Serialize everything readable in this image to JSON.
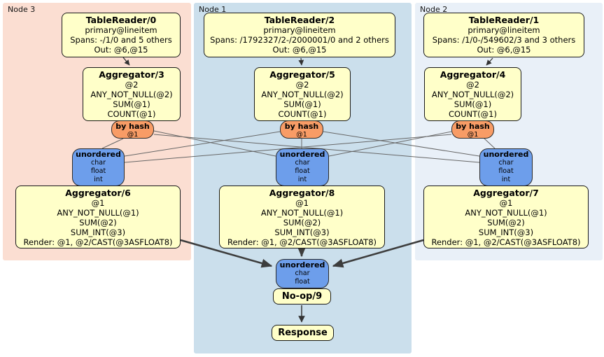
{
  "clusters": [
    {
      "label": "Node 3"
    },
    {
      "label": "Node 1"
    },
    {
      "label": "Node 2"
    }
  ],
  "processors": {
    "tr0": {
      "title": "TableReader/0",
      "lines": [
        "primary@lineitem",
        "Spans: -/1/0 and 5 others",
        "Out: @6,@15"
      ]
    },
    "tr2": {
      "title": "TableReader/2",
      "lines": [
        "primary@lineitem",
        "Spans: /1792327/2-/2000001/0 and 2 others",
        "Out: @6,@15"
      ]
    },
    "tr1": {
      "title": "TableReader/1",
      "lines": [
        "primary@lineitem",
        "Spans: /1/0-/549602/3 and 3 others",
        "Out: @6,@15"
      ]
    },
    "agg3": {
      "title": "Aggregator/3",
      "lines": [
        "@2",
        "ANY_NOT_NULL(@2)",
        "SUM(@1)",
        "COUNT(@1)"
      ]
    },
    "agg5": {
      "title": "Aggregator/5",
      "lines": [
        "@2",
        "ANY_NOT_NULL(@2)",
        "SUM(@1)",
        "COUNT(@1)"
      ]
    },
    "agg4": {
      "title": "Aggregator/4",
      "lines": [
        "@2",
        "ANY_NOT_NULL(@2)",
        "SUM(@1)",
        "COUNT(@1)"
      ]
    },
    "agg6": {
      "title": "Aggregator/6",
      "lines": [
        "@1",
        "ANY_NOT_NULL(@1)",
        "SUM(@2)",
        "SUM_INT(@3)",
        "Render: @1, @2/CAST(@3ASFLOAT8)"
      ]
    },
    "agg8": {
      "title": "Aggregator/8",
      "lines": [
        "@1",
        "ANY_NOT_NULL(@1)",
        "SUM(@2)",
        "SUM_INT(@3)",
        "Render: @1, @2/CAST(@3ASFLOAT8)"
      ]
    },
    "agg7": {
      "title": "Aggregator/7",
      "lines": [
        "@1",
        "ANY_NOT_NULL(@1)",
        "SUM(@2)",
        "SUM_INT(@3)",
        "Render: @1, @2/CAST(@3ASFLOAT8)"
      ]
    },
    "noop": {
      "title": "No-op/9"
    },
    "response": {
      "title": "Response"
    }
  },
  "routers": {
    "hash3": {
      "title": "by hash",
      "lines": [
        "@1"
      ]
    },
    "hash1": {
      "title": "by hash",
      "lines": [
        "@1"
      ]
    },
    "hash2": {
      "title": "by hash",
      "lines": [
        "@1"
      ]
    },
    "un3": {
      "title": "unordered",
      "lines": [
        "char",
        "float",
        "int"
      ]
    },
    "un1": {
      "title": "unordered",
      "lines": [
        "char",
        "float",
        "int"
      ]
    },
    "un2": {
      "title": "unordered",
      "lines": [
        "char",
        "float",
        "int"
      ]
    },
    "unf": {
      "title": "unordered",
      "lines": [
        "char",
        "float"
      ]
    }
  },
  "colors": {
    "cluster_node3_bg": "#fbded2",
    "cluster_node1_bg": "#cbdfec",
    "cluster_node2_bg": "#e9f0f8",
    "processor_fill": "#ffffc9",
    "hash_router_fill": "#f89c66",
    "unordered_router_fill": "#6d9eeb",
    "edge_thin": "#666666",
    "edge_thick": "#3d3d3d"
  }
}
